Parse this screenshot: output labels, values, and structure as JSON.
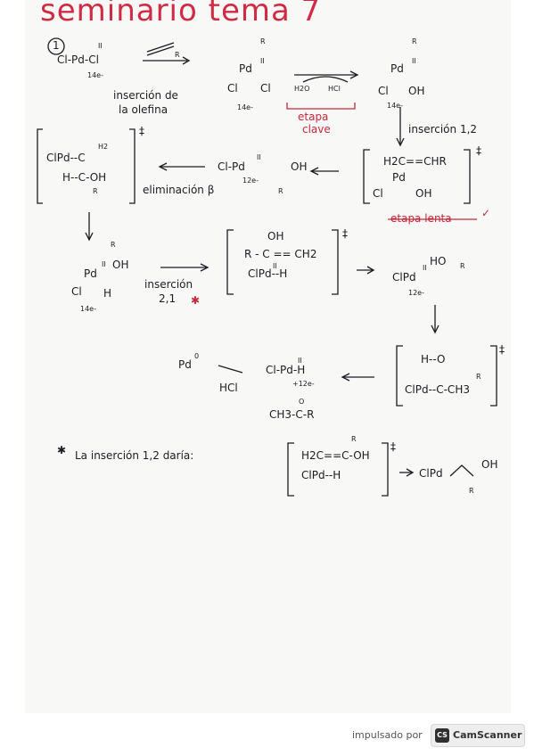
{
  "page": {
    "title": "seminario tema 7",
    "step_number": "1"
  },
  "row1": {
    "pd_complex": "Cl-Pd-Cl",
    "pd_ox": "II",
    "electrons_14": "14e-",
    "alkene": "R",
    "insertion_label_1": "inserción de",
    "insertion_label_2": "la olefina",
    "complex2_R": "R",
    "complex2_pd": "Pd",
    "complex2_ox": "II",
    "complex2_cl1": "Cl",
    "complex2_cl2": "Cl",
    "complex2_e": "14e-",
    "arrow_water": "H2O",
    "arrow_hcl": "HCl",
    "key_step_1": "etapa",
    "key_step_2": "clave",
    "complex3_R": "R",
    "complex3_pd": "Pd",
    "complex3_ox": "II",
    "complex3_cl": "Cl",
    "complex3_oh": "OH",
    "complex3_e": "14e-"
  },
  "row2": {
    "ts1_line1": "ClPd--C",
    "ts1_h2": "H2",
    "ts1_line2": "H--C-OH",
    "ts1_R": "R",
    "dagger": "‡",
    "beta_elim": "eliminación β",
    "mid_complex": "Cl-Pd",
    "mid_ox": "II",
    "mid_oh": "OH",
    "mid_e": "12e-",
    "mid_R": "R",
    "insertion_12": "inserción 1,2",
    "ts2_line1": "H2C==CHR",
    "ts2_pd": "Pd",
    "ts2_cl": "Cl",
    "ts2_oh": "OH",
    "slow_step": "etapa lenta",
    "check": "✓"
  },
  "row3": {
    "c4_R": "R",
    "c4_oh": "OH",
    "c4_pd": "Pd",
    "c4_ox": "II",
    "c4_cl": "Cl",
    "c4_h": "H",
    "c4_e": "14e-",
    "insertion_21_a": "inserción",
    "insertion_21_b": "2,1",
    "star": "✱",
    "ts3_oh": "OH",
    "ts3_line1": "R - C == CH2",
    "ts3_line2": "ClPd--H",
    "ts3_ox": "II",
    "c5_ho": "HO",
    "c5_pd": "ClPd",
    "c5_ox": "II",
    "c5_R": "R",
    "c5_e": "12e-"
  },
  "row4": {
    "pd0": "Pd",
    "pd0_sup": "0",
    "hcl": "HCl",
    "c6": "Cl-Pd-H",
    "c6_ox": "II",
    "c6_e": "+12e-",
    "ketone": "CH3-C-R",
    "ketone_o": "O",
    "ts4_line1": "H--O",
    "ts4_line2": "ClPd--C-CH3",
    "ts4_R": "R"
  },
  "note": {
    "star": "✱",
    "text": "La inserción 1,2 daría:",
    "ts_R": "R",
    "ts_line1": "H2C==C-OH",
    "ts_line2": "ClPd--H",
    "product": "ClPd",
    "product_oh": "OH",
    "product_R": "R"
  },
  "footer": {
    "powered_by": "impulsado por",
    "brand": "CamScanner",
    "brand_short": "CS"
  }
}
